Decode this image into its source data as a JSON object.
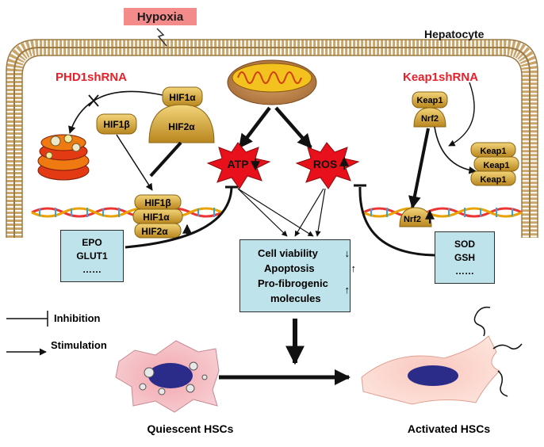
{
  "stimulus": {
    "label": "Hypoxia"
  },
  "cell": {
    "label": "Hepatocyte"
  },
  "left": {
    "shrna": "PHD1shRNA",
    "hif1a": "HIF1α",
    "hif2a": "HIF2α",
    "hif1b": "HIF1β",
    "stack": [
      "HIF1β",
      "HIF1α",
      "HIF2α"
    ],
    "targets": [
      "EPO",
      "GLUT1",
      "……"
    ]
  },
  "right": {
    "shrna": "Keap1shRNA",
    "keap1": "Keap1",
    "nrf2": "Nrf2",
    "keap_stack": [
      "Keap1",
      "Keap1",
      "Keap1"
    ],
    "nrf2_dna": "Nrf2",
    "targets": [
      "SOD",
      "GSH",
      "……"
    ]
  },
  "center": {
    "atp": "ATP",
    "ros": "ROS",
    "effects": [
      "Cell viability",
      "Apoptosis",
      "Pro-fibrogenic",
      "molecules"
    ]
  },
  "legend": {
    "inhibition": "Inhibition",
    "stimulation": "Stimulation"
  },
  "hsc": {
    "quiescent": "Quiescent  HSCs",
    "activated": "Activated  HSCs"
  },
  "colors": {
    "red_text": "#e8202a",
    "burst": "#e8101a",
    "box_fill": "#bfe3ea",
    "protein_gold": "#d9a92c",
    "hypoxia_bg": "#f38b8b",
    "membrane": "#c9a56a"
  }
}
